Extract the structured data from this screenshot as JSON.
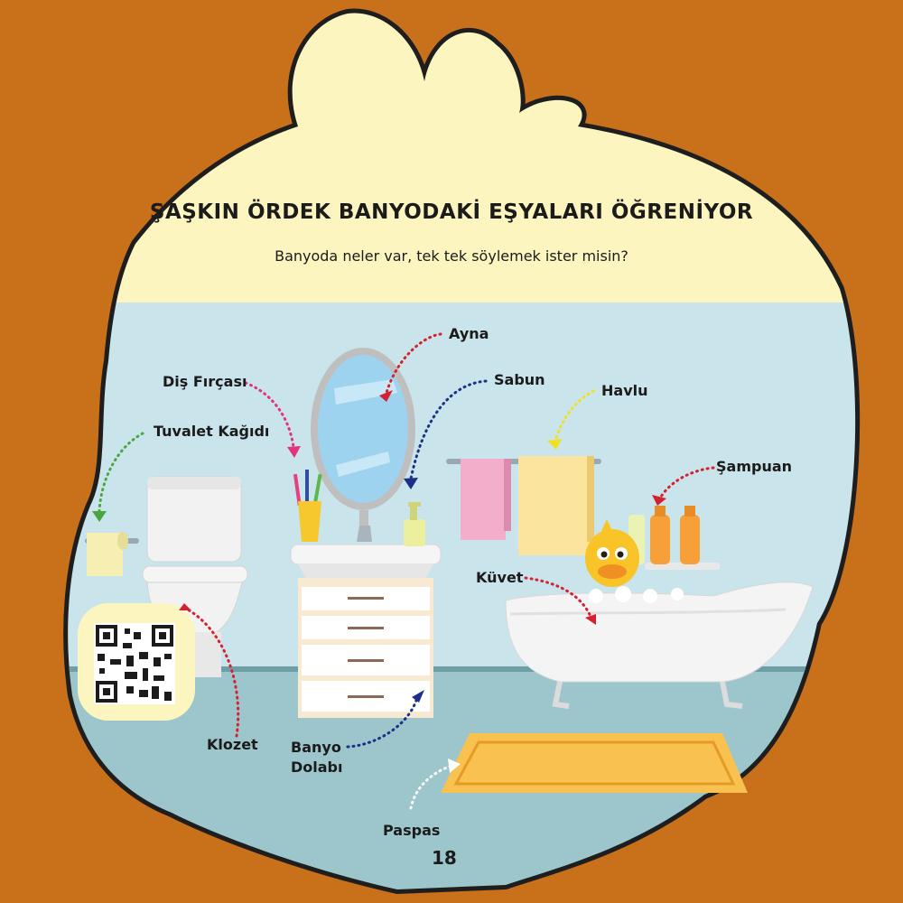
{
  "page": {
    "title": "ŞAŞKIN ÖRDEK BANYODAKİ EŞYALARI ÖĞRENİYOR",
    "subtitle": "Banyoda neler var, tek tek söylemek ister misin?",
    "page_number": "18"
  },
  "labels": {
    "ayna": "Ayna",
    "dis_fircasi": "Diş Fırçası",
    "sabun": "Sabun",
    "havlu": "Havlu",
    "tuvalet_kagidi": "Tuvalet Kağıdı",
    "sampuan": "Şampuan",
    "kuvet": "Küvet",
    "klozet": "Klozet",
    "banyo_dolabi_line1": "Banyo",
    "banyo_dolabi_line2": "Dolabı",
    "paspas": "Paspas"
  },
  "colors": {
    "background": "#c9701b",
    "wall": "#c9e4ea",
    "floor": "#9cc6cc",
    "top_band": "#fdf5bf",
    "towel_pink": "#f2aecb",
    "towel_yellow": "#fbe49e",
    "mat": "#f9c14f",
    "arrow_red": "#d5202f",
    "arrow_pink": "#e2337d",
    "arrow_navy": "#1f2e86",
    "arrow_yellow": "#f0e021",
    "arrow_green": "#4ba540",
    "arrow_white": "#ffffff"
  },
  "icons": [
    "qr-code-icon",
    "duck-icon",
    "mirror-icon",
    "toilet-icon",
    "bathtub-icon",
    "cabinet-icon",
    "towel-icon",
    "shampoo-bottle-icon",
    "soap-dispenser-icon",
    "toothbrush-cup-icon",
    "toilet-paper-icon",
    "bath-mat-icon"
  ]
}
